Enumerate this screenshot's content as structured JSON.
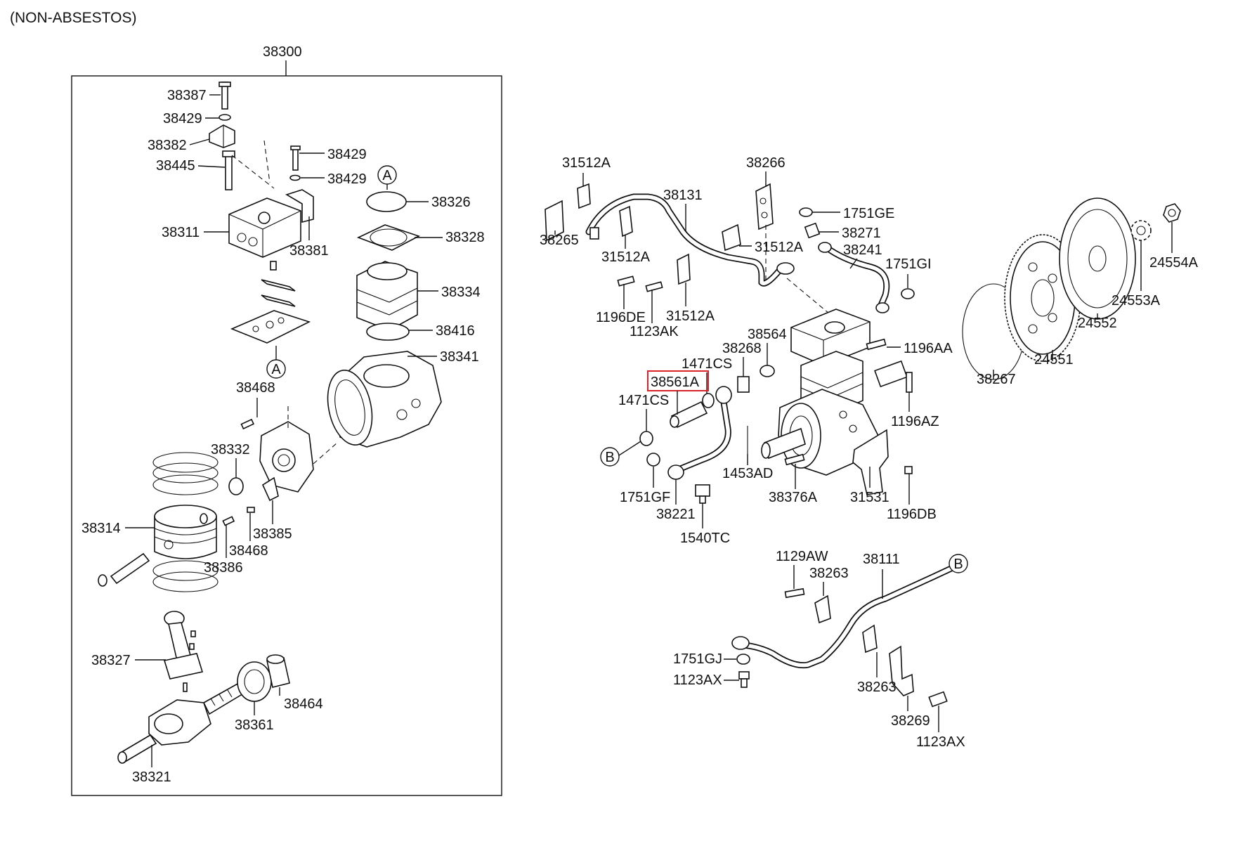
{
  "header_note": "(NON-ABSESTOS)",
  "assembly_label": "38300",
  "ref_A": "A",
  "ref_B": "B",
  "highlighted_part": "38561A",
  "labels": {
    "p38387": "38387",
    "p38429a": "38429",
    "p38382": "38382",
    "p38445": "38445",
    "p38429b": "38429",
    "p38429c": "38429",
    "p38326": "38326",
    "p38328": "38328",
    "p38311": "38311",
    "p38381": "38381",
    "p38334": "38334",
    "p38416": "38416",
    "p38341": "38341",
    "p38468a": "38468",
    "p38332": "38332",
    "p38314": "38314",
    "p38385": "38385",
    "p38468b": "38468",
    "p38386": "38386",
    "p38327": "38327",
    "p38464": "38464",
    "p38361": "38361",
    "p38321": "38321",
    "p31512A_a": "31512A",
    "p38265": "38265",
    "p31512A_b": "31512A",
    "p38131": "38131",
    "p38266": "38266",
    "p31512A_c": "31512A",
    "p1196DE": "1196DE",
    "p1123AK": "1123AK",
    "p31512A_d": "31512A",
    "p1751GE": "1751GE",
    "p38271": "38271",
    "p38241": "38241",
    "p1751GI": "1751GI",
    "p38564": "38564",
    "p38268": "38268",
    "p1471CS_a": "1471CS",
    "p1196AA": "1196AA",
    "p1471CS_b": "1471CS",
    "p1196AZ": "1196AZ",
    "p1453AD": "1453AD",
    "p38376A": "38376A",
    "p31531": "31531",
    "p1751GF": "1751GF",
    "p38221": "38221",
    "p1196DB": "1196DB",
    "p1540TC": "1540TC",
    "p24554A": "24554A",
    "p24553A": "24553A",
    "p24552": "24552",
    "p24551": "24551",
    "p38267": "38267",
    "p1129AW": "1129AW",
    "p38263a": "38263",
    "p38111": "38111",
    "p1751GJ": "1751GJ",
    "p1123AX_a": "1123AX",
    "p38263b": "38263",
    "p38269": "38269",
    "p1123AX_b": "1123AX"
  }
}
